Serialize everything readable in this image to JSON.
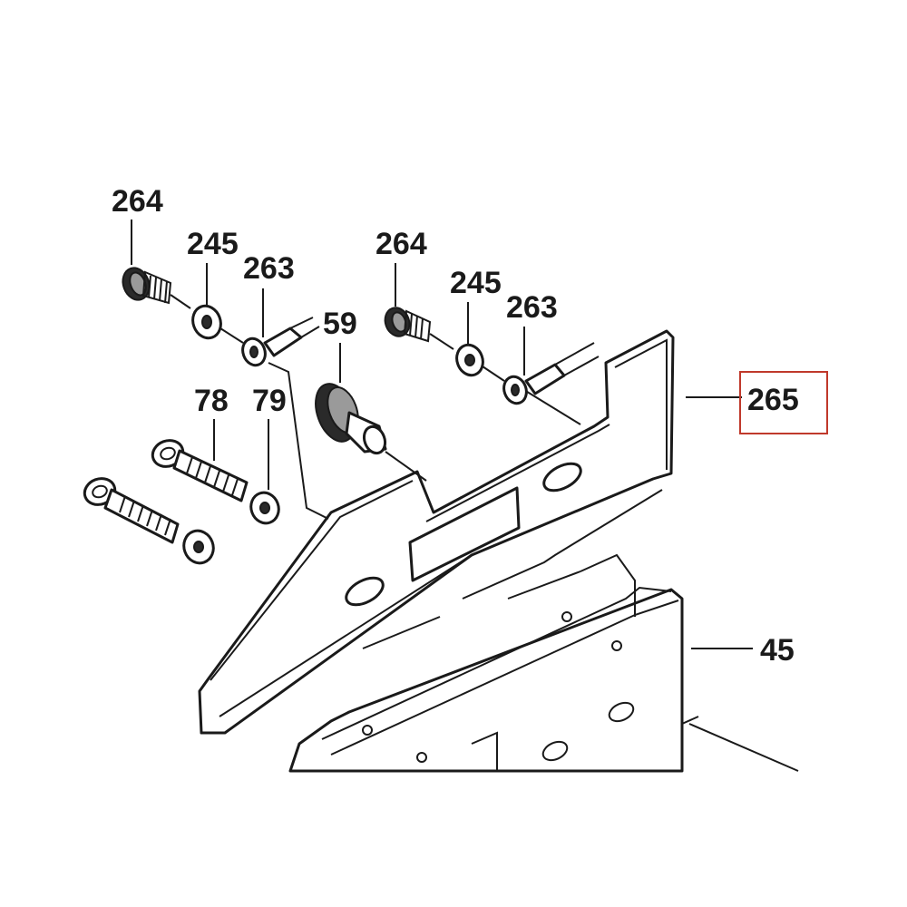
{
  "diagram": {
    "callouts": {
      "screw_left": "264",
      "washer_left": "245",
      "terminal_left": "263",
      "knob": "59",
      "bolt": "78",
      "washer_small": "79",
      "screw_right": "264",
      "washer_right": "245",
      "terminal_right": "263",
      "guide_plate": "265",
      "base_rail": "45"
    },
    "highlight": {
      "target": "265",
      "color": "#c0392b"
    },
    "colors": {
      "line": "#1a1a1a",
      "background": "#ffffff"
    }
  }
}
